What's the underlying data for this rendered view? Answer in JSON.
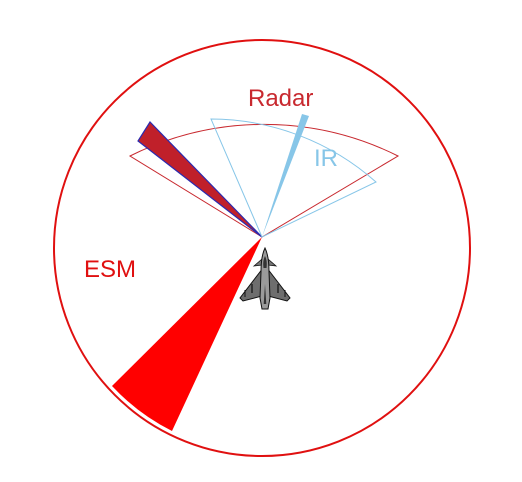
{
  "labels": {
    "esm": "ESM",
    "radar": "Radar",
    "ir": "IR"
  },
  "colors": {
    "esm": "#ff0000",
    "radar_outline": "#c8292f",
    "radar_track_fill": "#c0202a",
    "radar_track_edge": "#2a2ab0",
    "ir": "#87c6e8",
    "aircraft": "#555555"
  },
  "icons": {
    "aircraft": "fighter-jet-icon"
  }
}
